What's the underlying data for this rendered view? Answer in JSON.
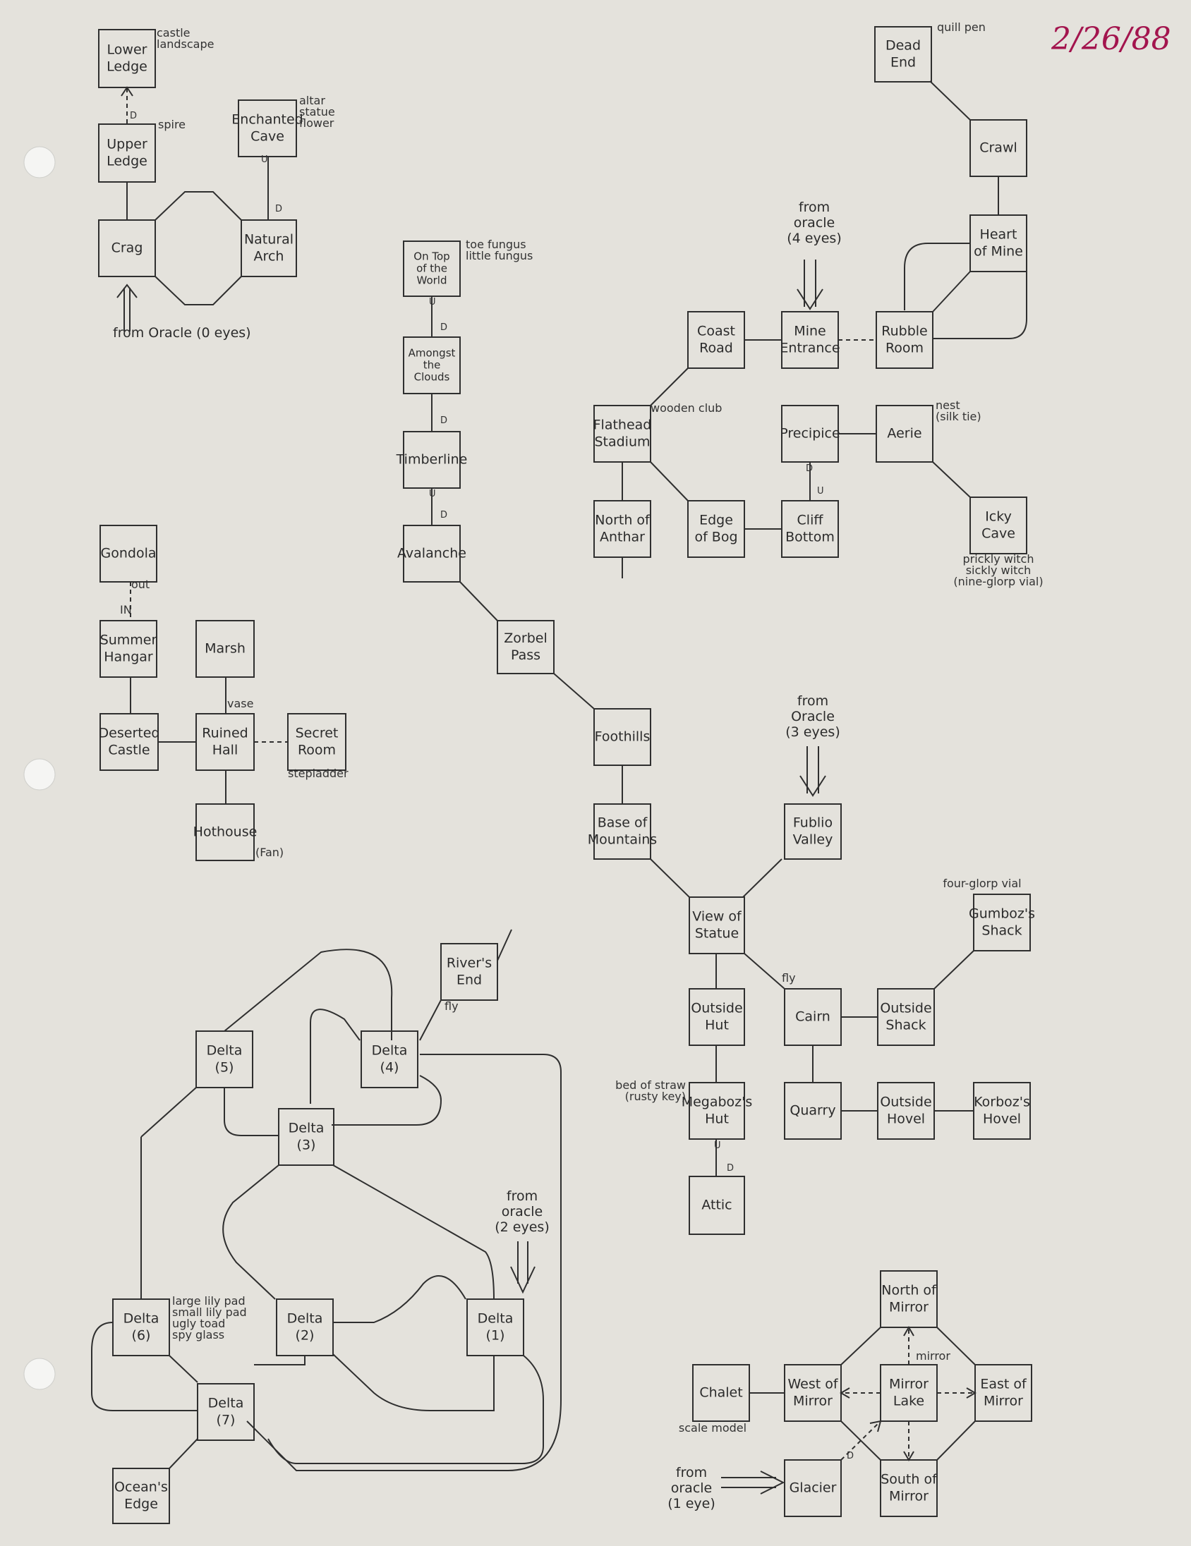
{
  "date": "2/26/88",
  "rooms": {
    "lower_ledge": "Lower\nLedge",
    "upper_ledge": "Upper\nLedge",
    "enchanted_cave": "Enchanted\nCave",
    "crag": "Crag",
    "natural_arch": "Natural\nArch",
    "gondola": "Gondola",
    "summer_hangar": "Summer\nHangar",
    "marsh": "Marsh",
    "deserted_castle": "Deserted\nCastle",
    "ruined_hall": "Ruined\nHall",
    "secret_room": "Secret\nRoom",
    "hothouse": "Hothouse",
    "on_top_of_world": "On Top\nof the\nWorld",
    "amongst_clouds": "Amongst\nthe\nClouds",
    "timberline": "Timberline",
    "avalanche": "Avalanche",
    "zorbel_pass": "Zorbel\nPass",
    "foothills": "Foothills",
    "base_of_mountains": "Base of\nMountains",
    "fublio_valley": "Fublio\nValley",
    "view_of_statue": "View of\nStatue",
    "dead_end": "Dead\nEnd",
    "crawl": "Crawl",
    "heart_of_mine": "Heart\nof Mine",
    "coast_road": "Coast\nRoad",
    "mine_entrance": "Mine\nEntrance",
    "rubble_room": "Rubble\nRoom",
    "flathead_stadium": "Flathead\nStadium",
    "precipice": "Precipice",
    "aerie": "Aerie",
    "north_of_anthar": "North of\nAnthar",
    "edge_of_bog": "Edge\nof Bog",
    "cliff_bottom": "Cliff\nBottom",
    "icky_cave": "Icky\nCave",
    "gumbozs_shack": "Gumboz's\nShack",
    "outside_hut": "Outside\nHut",
    "cairn": "Cairn",
    "outside_shack": "Outside\nShack",
    "megabozs_hut": "Megaboz's\nHut",
    "quarry": "Quarry",
    "outside_hovel": "Outside\nHovel",
    "korbozs_hovel": "Korboz's\nHovel",
    "attic": "Attic",
    "rivers_end": "River's\nEnd",
    "delta5": "Delta\n(5)",
    "delta4": "Delta\n(4)",
    "delta3": "Delta\n(3)",
    "delta6": "Delta\n(6)",
    "delta2": "Delta\n(2)",
    "delta1": "Delta\n(1)",
    "delta7": "Delta\n(7)",
    "oceans_edge": "Ocean's\nEdge",
    "north_of_mirror": "North of\nMirror",
    "chalet": "Chalet",
    "west_of_mirror": "West of\nMirror",
    "mirror_lake": "Mirror\nLake",
    "east_of_mirror": "East of\nMirror",
    "glacier": "Glacier",
    "south_of_mirror": "South of\nMirror"
  },
  "notes": {
    "lower_ledge": "castle\nlandscape",
    "upper_ledge": "spire",
    "enchanted_cave": "altar\nstatue\nflower",
    "on_top": "toe fungus\nlittle fungus",
    "dead_end": "quill pen",
    "stadium": "wooden club",
    "aerie": "nest\n(silk tie)",
    "icky_cave": "prickly witch\nsickly witch\n(nine-glorp vial)",
    "ruined_hall": "vase",
    "secret_room": "stepladder",
    "hothouse": "(Fan)",
    "gondola_out": "out",
    "gondola_in": "IN",
    "gumboz": "four-glorp vial",
    "cairn_fly": "fly",
    "megaboz": "bed of straw\n(rusty key)",
    "rivers_end_fly": "fly",
    "delta6": "large lily pad\nsmall lily pad\nugly toad\nspy glass",
    "chalet": "scale model",
    "mirror": "mirror",
    "up": "U",
    "down": "D"
  },
  "oracles": {
    "zero": "from Oracle (0 eyes)",
    "four": "from\noracle\n(4 eyes)",
    "three": "from\nOracle\n(3 eyes)",
    "two": "from\noracle\n(2 eyes)",
    "one": "from\noracle\n(1 eye)"
  }
}
